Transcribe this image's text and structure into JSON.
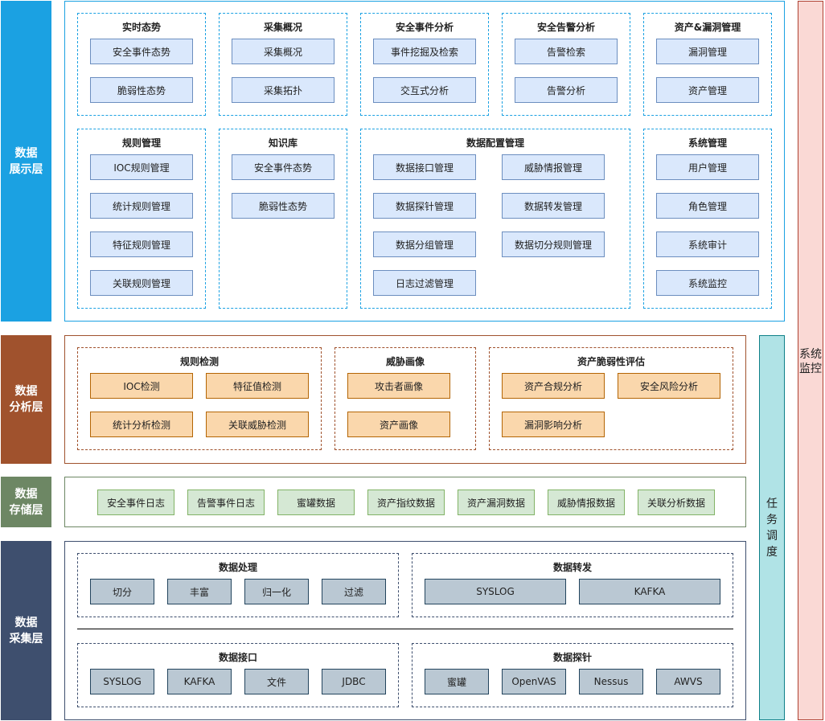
{
  "layers": {
    "display": "数据\n展示层",
    "analysis": "数据\n分析层",
    "storage": "数据\n存储层",
    "collection": "数据\n采集层"
  },
  "side": {
    "scheduler": "任\n务\n调\n度",
    "monitor": "系统\n监控"
  },
  "display_groups": [
    {
      "title": "实时态势",
      "items": [
        "安全事件态势",
        "脆弱性态势"
      ]
    },
    {
      "title": "采集概况",
      "items": [
        "采集概况",
        "采集拓扑"
      ]
    },
    {
      "title": "安全事件分析",
      "items": [
        "事件挖掘及检索",
        "交互式分析"
      ]
    },
    {
      "title": "安全告警分析",
      "items": [
        "告警检索",
        "告警分析"
      ]
    },
    {
      "title": "资产&漏洞管理",
      "items": [
        "漏洞管理",
        "资产管理"
      ]
    },
    {
      "title": "规则管理",
      "items": [
        "IOC规则管理",
        "统计规则管理",
        "特征规则管理",
        "关联规则管理"
      ]
    },
    {
      "title": "知识库",
      "items": [
        "安全事件态势",
        "脆弱性态势"
      ]
    },
    {
      "title": "数据配置管理",
      "items": [
        "数据接口管理",
        "威胁情报管理",
        "数据探针管理",
        "数据转发管理",
        "数据分组管理",
        "数据切分规则管理",
        "日志过滤管理"
      ]
    },
    {
      "title": "系统管理",
      "items": [
        "用户管理",
        "角色管理",
        "系统审计",
        "系统监控"
      ]
    }
  ],
  "analysis_groups": [
    {
      "title": "规则检测",
      "items": [
        "IOC检测",
        "特征值检测",
        "统计分析检测",
        "关联威胁检测"
      ]
    },
    {
      "title": "威胁画像",
      "items": [
        "攻击者画像",
        "资产画像"
      ]
    },
    {
      "title": "资产脆弱性评估",
      "items": [
        "资产合规分析",
        "安全风险分析",
        "漏洞影响分析"
      ]
    }
  ],
  "storage_items": [
    "安全事件日志",
    "告警事件日志",
    "蜜罐数据",
    "资产指纹数据",
    "资产漏洞数据",
    "威胁情报数据",
    "关联分析数据"
  ],
  "collection_groups": [
    {
      "title": "数据处理",
      "items": [
        "切分",
        "丰富",
        "归一化",
        "过滤"
      ]
    },
    {
      "title": "数据转发",
      "items": [
        "SYSLOG",
        "KAFKA"
      ]
    },
    {
      "title": "数据接口",
      "items": [
        "SYSLOG",
        "KAFKA",
        "文件",
        "JDBC"
      ]
    },
    {
      "title": "数据探针",
      "items": [
        "蜜罐",
        "OpenVAS",
        "Nessus",
        "AWVS"
      ]
    }
  ],
  "colors": {
    "display": "#1ba1e2",
    "display_box": "#dae8fc",
    "display_box_border": "#6c8ebf",
    "analysis": "#a0522d",
    "analysis_box": "#fad7ac",
    "analysis_box_border": "#b46504",
    "storage": "#6d8764",
    "storage_box": "#d5e8d4",
    "storage_box_border": "#82b366",
    "collection": "#3e4f6e",
    "collection_box": "#bac8d3",
    "collection_box_border": "#23445d",
    "scheduler": "#b0e3e6",
    "scheduler_border": "#0e8088",
    "monitor": "#fad9d5",
    "monitor_border": "#ae4132"
  }
}
